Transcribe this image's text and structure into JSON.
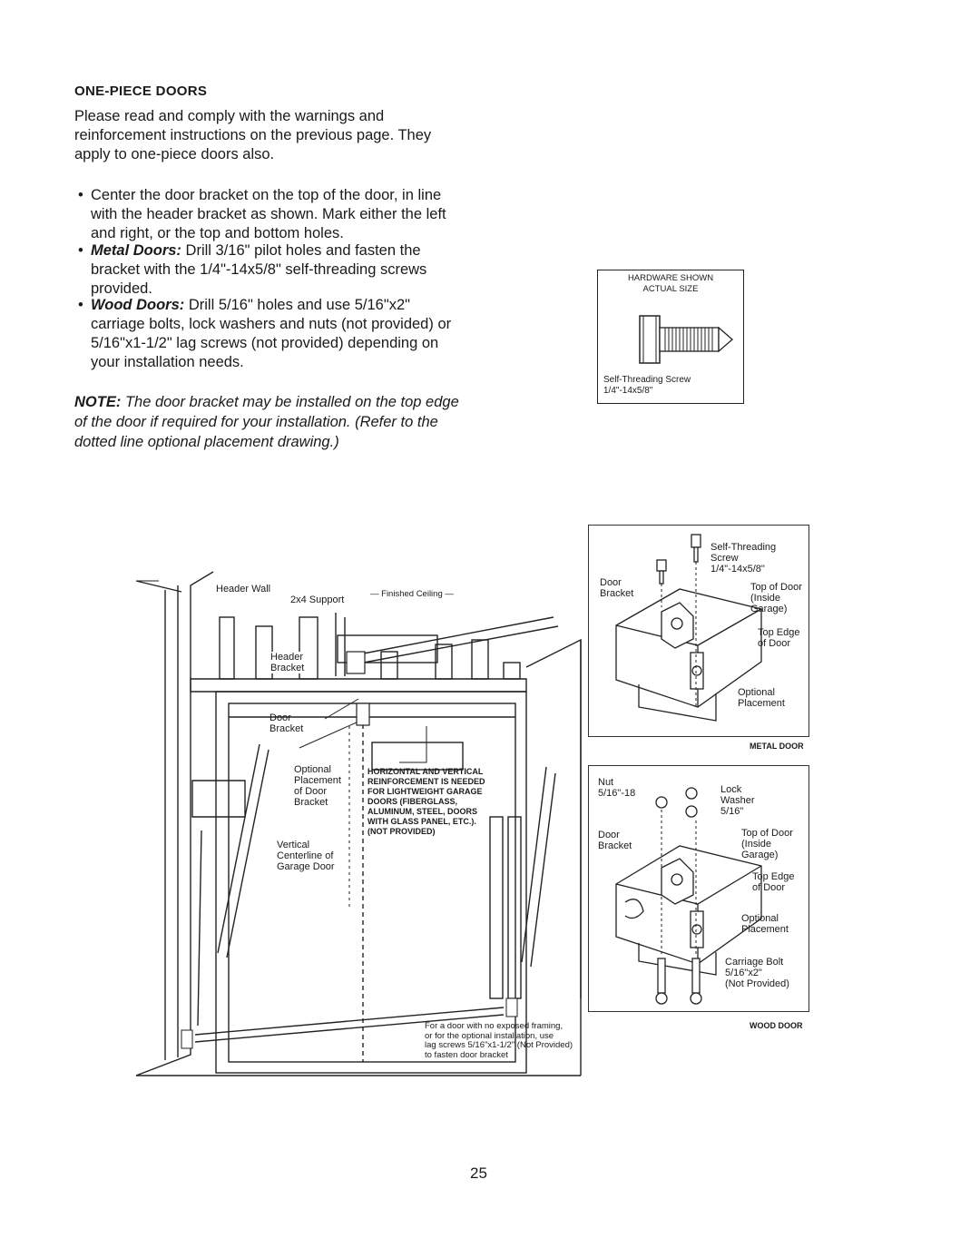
{
  "section": {
    "heading": "ONE-PIECE DOORS",
    "intro": [
      "Please read and comply with the warnings and",
      "reinforcement instructions on the previous page. They",
      "apply to one-piece doors also."
    ]
  },
  "bullets": [
    {
      "lead": "",
      "lines": [
        "Center the door bracket on the top of the door, in line",
        "with the header bracket as shown. Mark either the left",
        "and right, or the top and bottom holes."
      ]
    },
    {
      "lead": "Metal Doors:",
      "first": "Drill 3/16\" pilot holes and fasten the",
      "lines": [
        "bracket with the 1/4\"-14x5/8\" self-threading screws",
        "provided."
      ]
    },
    {
      "lead": "Wood Doors:",
      "first": "Drill 5/16\" holes and use 5/16\"x2\"",
      "lines": [
        "carriage bolts, lock washers and nuts (not provided) or",
        "5/16\"x1-1/2\" lag screws (not provided) depending on",
        "your installation needs."
      ]
    }
  ],
  "note": {
    "lead": "NOTE:",
    "lines": [
      "The door bracket may be installed on the top edge",
      "of the door if required for your installation. (Refer to the",
      "dotted line optional placement drawing.)"
    ]
  },
  "hardware": {
    "title1": "HARDWARE SHOWN",
    "title2": "ACTUAL SIZE",
    "caption1": "Self-Threading Screw",
    "caption2": "1/4\"-14x5/8\""
  },
  "main_figure": {
    "header_wall": "Header Wall",
    "support": "2x4 Support",
    "ceiling": "Finished Ceiling",
    "header_bracket": [
      "Header",
      "Bracket"
    ],
    "door_bracket": [
      "Door",
      "Bracket"
    ],
    "optional": [
      "Optional",
      "Placement",
      "of Door",
      "Bracket"
    ],
    "vertical": [
      "Vertical",
      "Centerline of",
      "Garage Door"
    ],
    "warning": [
      "HORIZONTAL AND VERTICAL",
      "REINFORCEMENT IS NEEDED",
      "FOR LIGHTWEIGHT GARAGE",
      "DOORS (FIBERGLASS,",
      "ALUMINUM, STEEL, DOORS",
      "WITH GLASS PANEL, ETC.).",
      "(NOT PROVIDED)"
    ],
    "footnote": [
      "For a door with no exposed framing,",
      "or for the optional installation, use",
      "lag screws 5/16\"x1-1/2\" (Not Provided)",
      "to fasten door bracket"
    ]
  },
  "metal_door": {
    "screw": [
      "Self-Threading",
      "Screw",
      "1/4\"-14x5/8\""
    ],
    "door_bracket": [
      "Door",
      "Bracket"
    ],
    "top_of_door": [
      "Top of Door",
      "(Inside",
      "Garage)"
    ],
    "top_edge": [
      "Top Edge",
      "of Door"
    ],
    "optional": [
      "Optional",
      "Placement"
    ],
    "caption": "METAL DOOR"
  },
  "wood_door": {
    "nut": [
      "Nut",
      "5/16\"-18"
    ],
    "lock": [
      "Lock",
      "Washer",
      "5/16\""
    ],
    "door_bracket": [
      "Door",
      "Bracket"
    ],
    "top_of_door": [
      "Top of Door",
      "(Inside",
      "Garage)"
    ],
    "top_edge": [
      "Top Edge",
      "of Door"
    ],
    "optional": [
      "Optional",
      "Placement"
    ],
    "bolt": [
      "Carriage Bolt",
      "5/16\"x2\"",
      "(Not Provided)"
    ],
    "caption": "WOOD DOOR"
  },
  "page_number": "25"
}
